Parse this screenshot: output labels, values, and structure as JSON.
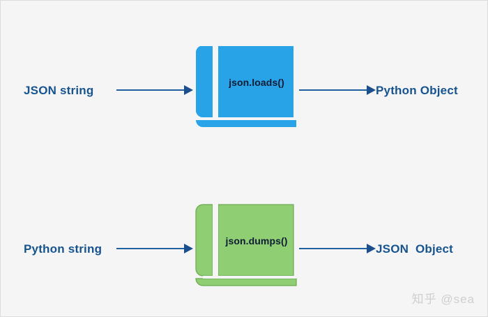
{
  "diagram": {
    "title": "JSON and Python conversion diagram",
    "background_color": "#f5f5f5",
    "accent_blue": "#29a3e8",
    "accent_green": "#90ce74",
    "label_color": "#17548f",
    "arrow_color": "#1b4e8c"
  },
  "rows": [
    {
      "id": "loads",
      "source_label": "JSON string",
      "method_label": "json.loads()",
      "target_label": "Python Object",
      "book_color": "#29a3e8"
    },
    {
      "id": "dumps",
      "source_label": "Python string",
      "method_label": "json.dumps()",
      "target_label": "JSON  Object",
      "book_color": "#90ce74"
    }
  ],
  "watermark": {
    "text": "知乎 @sea"
  }
}
